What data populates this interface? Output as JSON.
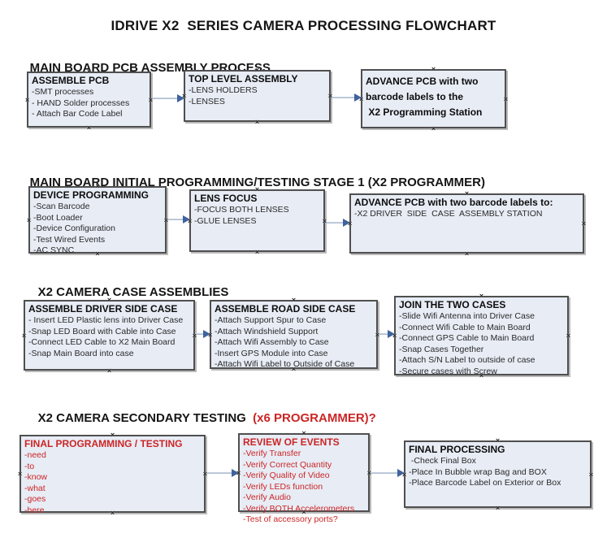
{
  "page_title": "IDRIVE X2  SERIES CAMERA PROCESSING FLOWCHART",
  "colors": {
    "box_fill": "#e7ecf5",
    "box_border": "#4f4f4f",
    "red": "#cc2525",
    "arrow_line": "#a9b9cf",
    "arrow_head": "#3f62a0"
  },
  "sections": [
    {
      "header": "MAIN BOARD PCB ASSEMBLY PROCESS",
      "header_red": "",
      "boxes": [
        {
          "title": "ASSEMBLE PCB",
          "items": [
            "-SMT processes",
            "- HAND Solder processes",
            "- Attach Bar Code Label"
          ]
        },
        {
          "title": "TOP LEVEL ASSEMBLY",
          "items": [
            "-LENS HOLDERS",
            "-LENSES"
          ]
        },
        {
          "title": "ADVANCE PCB with two\nbarcode labels to the\n X2 Programming Station",
          "items": []
        }
      ]
    },
    {
      "header": "MAIN BOARD INITIAL PROGRAMMING/TESTING STAGE 1 (X2 PROGRAMMER)",
      "header_red": "",
      "boxes": [
        {
          "title": "DEVICE PROGRAMMING",
          "items": [
            "-Scan Barcode",
            "-Boot Loader",
            "-Device Configuration",
            "-Test Wired Events",
            "-AC SYNC"
          ]
        },
        {
          "title": "LENS FOCUS",
          "items": [
            "-FOCUS BOTH LENSES",
            "-GLUE LENSES"
          ]
        },
        {
          "title": "ADVANCE PCB with two barcode labels to:",
          "items": [
            "-X2 DRIVER  SIDE  CASE  ASSEMBLY STATION"
          ]
        }
      ]
    },
    {
      "header": "X2 CAMERA CASE ASSEMBLIES",
      "header_red": "",
      "boxes": [
        {
          "title": "ASSEMBLE DRIVER SIDE CASE",
          "items": [
            "- Insert LED Plastic lens into Driver Case",
            "-Snap LED Board with Cable into Case",
            "-Connect LED Cable to X2 Main Board",
            "-Snap Main Board into case"
          ]
        },
        {
          "title": "ASSEMBLE ROAD SIDE CASE",
          "items": [
            "-Attach Support Spur to Case",
            "-Attach Windshield Support",
            "-Attach Wifi Assembly to Case",
            "-Insert GPS Module into Case",
            "-Attach Wifi Label to Outside of Case"
          ]
        },
        {
          "title": "JOIN THE TWO CASES",
          "items": [
            "-Slide Wifi Antenna into Driver Case",
            "-Connect Wifi Cable to Main Board",
            "-Connect GPS Cable to Main Board",
            "-Snap Cases Together",
            "-Attach S/N Label to outside of case",
            "-Secure cases with Screw"
          ]
        }
      ]
    },
    {
      "header": "X2 CAMERA SECONDARY TESTING ",
      "header_red": " (x6 PROGRAMMER)?",
      "boxes": [
        {
          "title": "FINAL PROGRAMMING / TESTING",
          "items": [
            "-need",
            "-to",
            "-know",
            "-what",
            "-goes",
            "-here"
          ]
        },
        {
          "title": "REVIEW OF EVENTS",
          "items": [
            "-Verify Transfer",
            "-Verify Correct Quantity",
            "-Verify Quality of Video",
            "-Verify LEDs function",
            "-Verify Audio",
            "-Verify BOTH Accelerometers",
            "-Test of accessory ports?"
          ]
        },
        {
          "title": "FINAL PROCESSING",
          "items": [
            " -Check Final Box",
            "-Place In Bubble wrap Bag and BOX",
            "-Place Barcode Label on Exterior or Box"
          ]
        }
      ]
    }
  ]
}
